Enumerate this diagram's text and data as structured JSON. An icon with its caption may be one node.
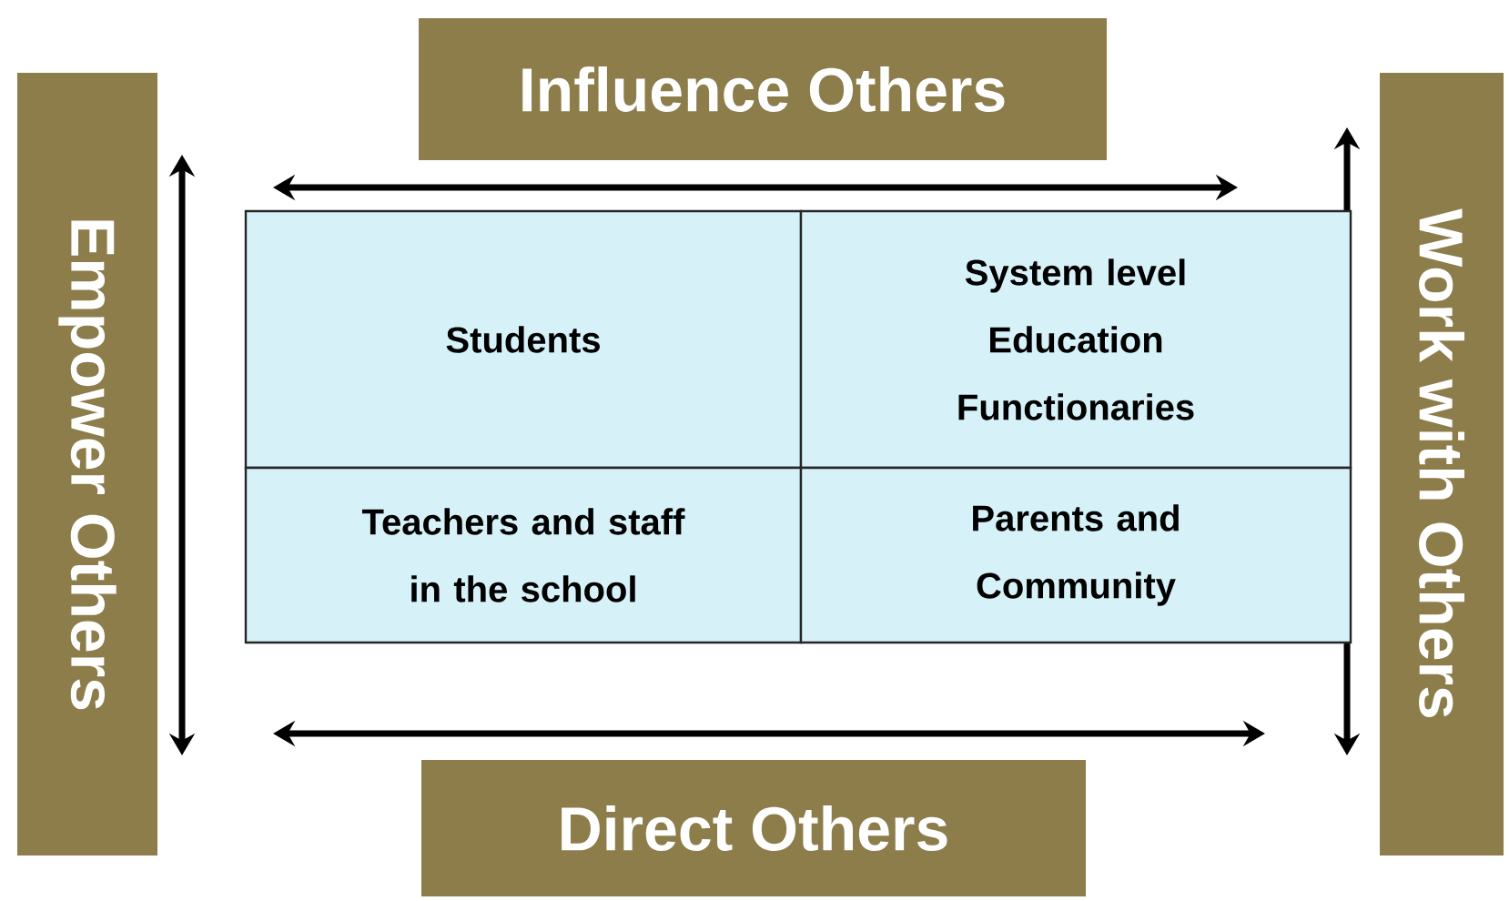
{
  "diagram": {
    "nodes": [
      {
        "text": [
          "Influence Others"
        ]
      },
      {
        "text": [
          "Empower Others"
        ]
      },
      {
        "text": [
          "Work with Others"
        ]
      },
      {
        "text": [
          "Direct Others"
        ]
      },
      {
        "text": [
          "Students"
        ]
      },
      {
        "text": [
          "System level Education Functionaries"
        ]
      },
      {
        "text": [
          "Teachers and staff in the school"
        ]
      },
      {
        "text": [
          "Parents and Community"
        ]
      }
    ]
  }
}
